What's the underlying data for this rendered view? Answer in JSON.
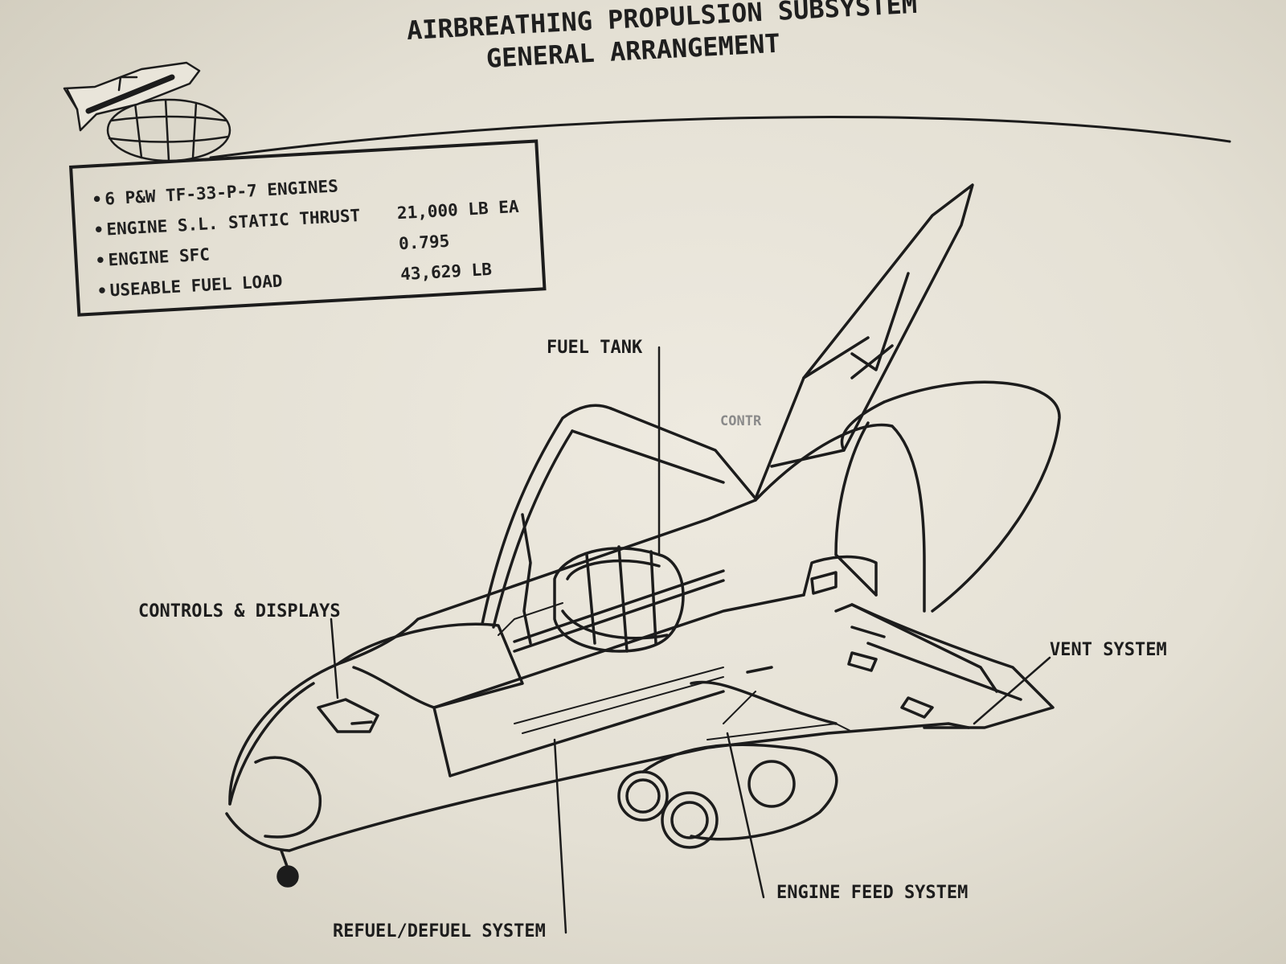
{
  "title": {
    "line1": "AIRBREATHING PROPULSION SUBSYSTEM",
    "line2": "GENERAL ARRANGEMENT"
  },
  "specs": [
    {
      "label": "6 P&W TF-33-P-7 ENGINES",
      "value": ""
    },
    {
      "label": "ENGINE S.L. STATIC THRUST",
      "value": "21,000 LB EA"
    },
    {
      "label": "ENGINE SFC",
      "value": "0.795"
    },
    {
      "label": "USEABLE FUEL LOAD",
      "value": "43,629 LB"
    }
  ],
  "callouts": {
    "fuel_tank": "FUEL TANK",
    "controls_displays": "CONTROLS & DISPLAYS",
    "vent_system": "VENT SYSTEM",
    "engine_feed_system": "ENGINE FEED SYSTEM",
    "refuel_defuel_system": "REFUEL/DEFUEL SYSTEM",
    "cont": "CONTR"
  },
  "colors": {
    "paper": "#e8e4d8",
    "ink": "#1c1c1c"
  },
  "icons": {
    "logo": "shuttle-logo-icon"
  }
}
